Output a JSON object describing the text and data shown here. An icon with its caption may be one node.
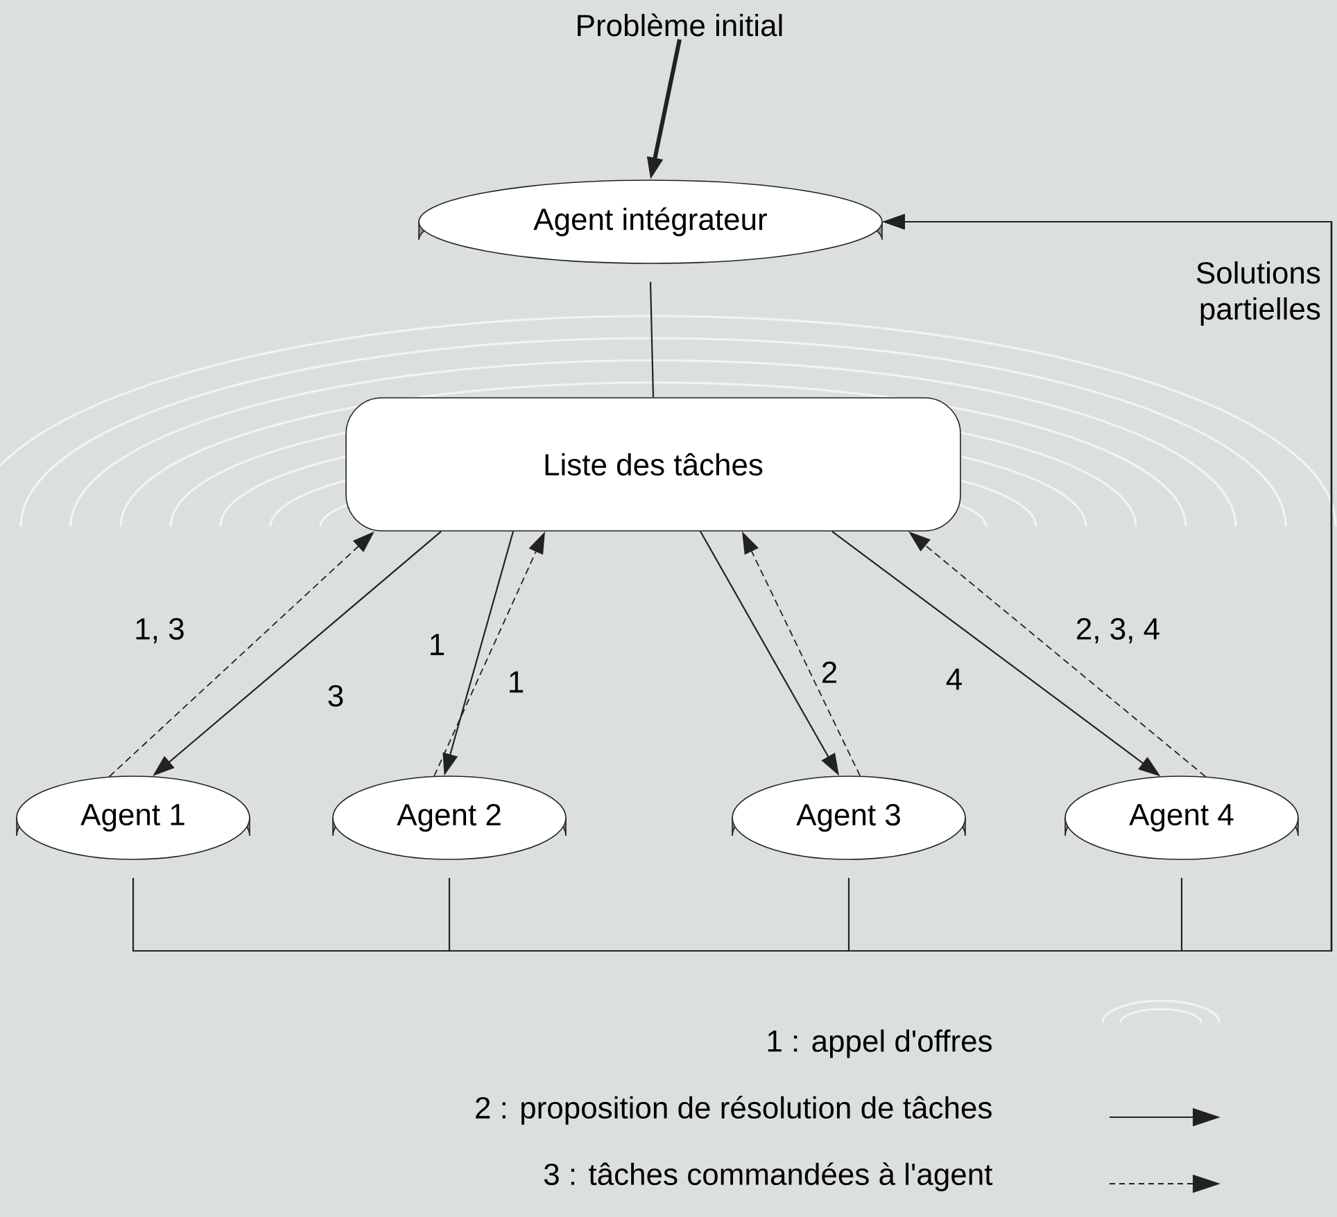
{
  "diagram": {
    "nodes": [
      {
        "text": [
          "Problème initial"
        ]
      },
      {
        "text": [
          "Agent intégrateur"
        ]
      },
      {
        "text": [
          "Liste des tâches"
        ]
      },
      {
        "text": [
          "Agent 1"
        ]
      },
      {
        "text": [
          "Agent 2"
        ]
      },
      {
        "text": [
          "Agent 3"
        ]
      },
      {
        "text": [
          "Agent 4"
        ]
      }
    ],
    "edges": [
      {
        "from": 0,
        "to": 1,
        "arrow": "to",
        "style": "thick"
      },
      {
        "from": 1,
        "to": 2,
        "arrow": "none"
      },
      {
        "from": 2,
        "to": 3,
        "arrow": "to",
        "label": "3"
      },
      {
        "from": 3,
        "to": 2,
        "arrow": "to",
        "style": "dashed",
        "label": "1, 3"
      },
      {
        "from": 2,
        "to": 4,
        "arrow": "to",
        "label": "1"
      },
      {
        "from": 4,
        "to": 2,
        "arrow": "to",
        "style": "dashed",
        "label": "1"
      },
      {
        "from": 2,
        "to": 5,
        "arrow": "to"
      },
      {
        "from": 5,
        "to": 2,
        "arrow": "to",
        "style": "dashed",
        "label": "2"
      },
      {
        "from": 2,
        "to": 6,
        "arrow": "to",
        "label": "4"
      },
      {
        "from": 6,
        "to": 2,
        "arrow": "to",
        "style": "dashed",
        "label": "2, 3, 4"
      },
      {
        "from": 3,
        "to": 1,
        "arrow": "to"
      },
      {
        "from": 4,
        "to": 1,
        "arrow": "to"
      },
      {
        "from": 5,
        "to": 1,
        "arrow": "to"
      },
      {
        "from": 6,
        "to": 1,
        "arrow": "to"
      }
    ],
    "labels": [
      "Solutions partielles"
    ],
    "legend": [
      {
        "text": "1 : appel d'offres"
      },
      {
        "text": "2 : proposition de résolution de tâches"
      },
      {
        "text": "3 : tâches commandées à l'agent"
      }
    ]
  }
}
